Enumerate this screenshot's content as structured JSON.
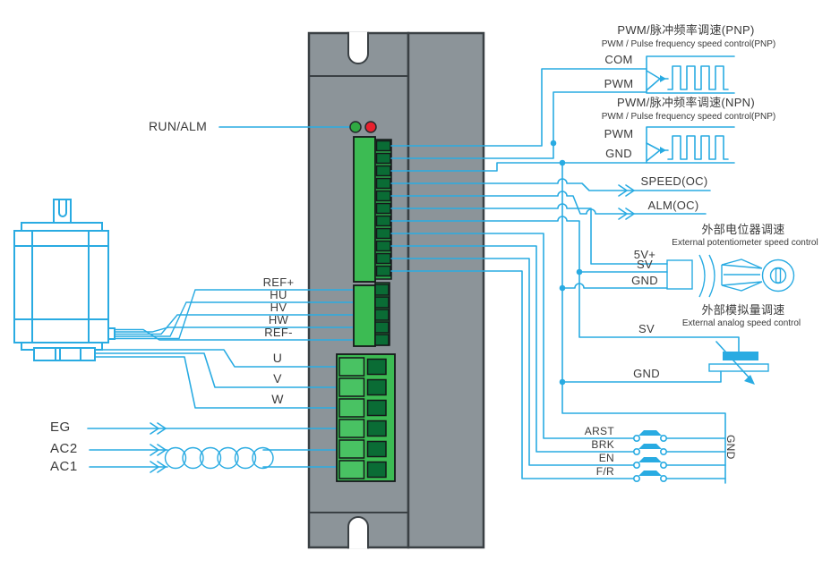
{
  "colors": {
    "wire": "#29ABE2",
    "case": "#8C9499",
    "green": "#3CBB53",
    "pingreen": "#0A6C35",
    "ledgreen": "#2FA942",
    "ledred": "#E8212E"
  },
  "device": {
    "run_alm_label": "RUN/ALM"
  },
  "left": {
    "sensor_labels": [
      "REF+",
      "HU",
      "HV",
      "HW",
      "REF-"
    ],
    "phase_labels": [
      "U",
      "V",
      "W"
    ],
    "power_labels": [
      "EG",
      "AC2",
      "AC1"
    ]
  },
  "right": {
    "pnp": {
      "title_cn": "PWM/脉冲频率调速(PNP)",
      "title_en": "PWM / Pulse frequency speed control(PNP)",
      "com": "COM",
      "pwm": "PWM"
    },
    "npn": {
      "title_cn": "PWM/脉冲频率调速(NPN)",
      "title_en": "PWM / Pulse frequency speed control(PNP)",
      "pwm": "PWM",
      "gnd": "GND"
    },
    "outputs": {
      "speed": "SPEED(OC)",
      "alm": "ALM(OC)"
    },
    "pot": {
      "title_cn": "外部电位器调速",
      "title_en": "External potentiometer speed control",
      "v5": "5V+",
      "sv": "SV",
      "gnd": "GND"
    },
    "analog": {
      "title_cn": "外部模拟量调速",
      "title_en": "External analog speed control",
      "sv": "SV",
      "gnd": "GND"
    },
    "inputs": {
      "arst": "ARST",
      "brk": "BRK",
      "en": "EN",
      "fr": "F/R",
      "gnd": "GND"
    }
  }
}
